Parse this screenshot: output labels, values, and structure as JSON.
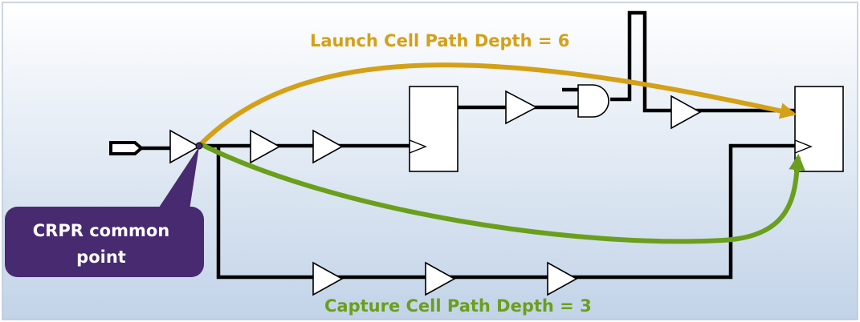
{
  "labels": {
    "launch": "Launch Cell Path Depth = 6",
    "capture": "Capture Cell Path Depth = 3",
    "crpr_line1": "CRPR common",
    "crpr_line2": "point"
  },
  "colors": {
    "launch_path": "#d4a017",
    "capture_path": "#6a9f1c",
    "callout_fill": "#472a70",
    "background_top": "#ffffff",
    "background_bottom": "#c2d3e8",
    "wire": "#000000"
  },
  "icons": [
    "buffer-icon",
    "and-gate-icon",
    "flip-flop-icon",
    "clock-input-port-icon"
  ]
}
